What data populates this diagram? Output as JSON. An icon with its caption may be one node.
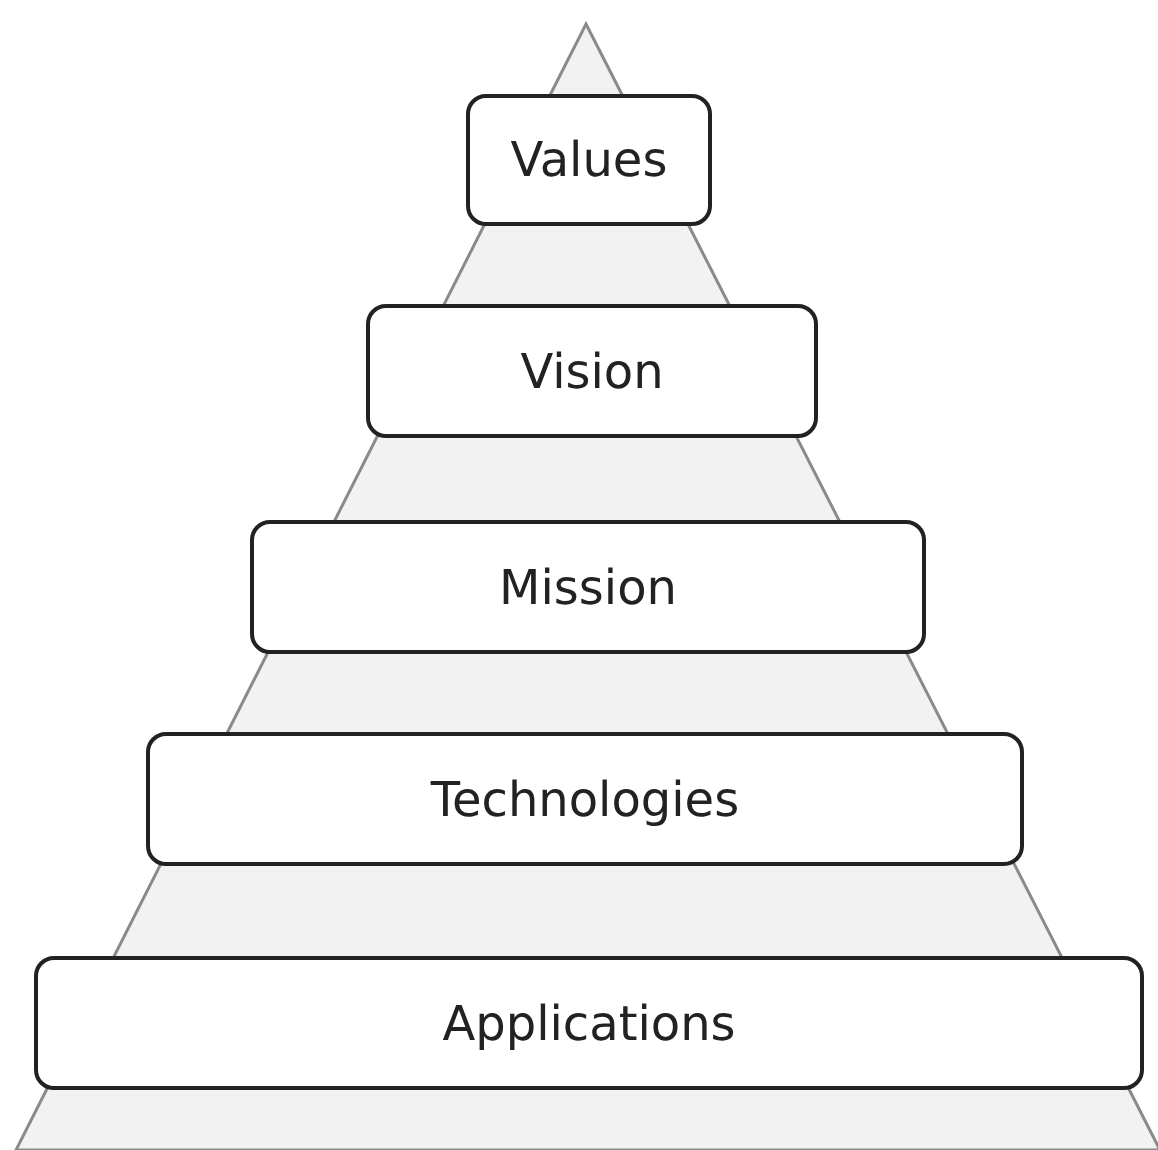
{
  "diagram": {
    "nodes": [
      {
        "text": [
          "Values"
        ]
      },
      {
        "text": [
          "Vision"
        ]
      },
      {
        "text": [
          "Mission"
        ]
      },
      {
        "text": [
          "Technologies"
        ]
      },
      {
        "text": [
          "Applications"
        ]
      }
    ]
  }
}
